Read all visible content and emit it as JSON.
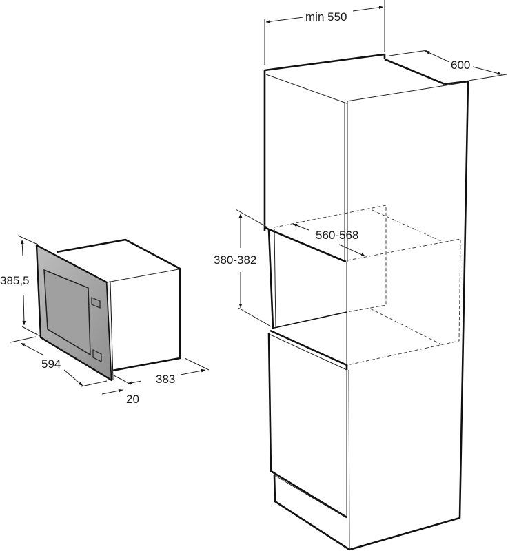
{
  "dimensions": {
    "cabinet_width": "min 550",
    "cabinet_depth": "600",
    "niche_depth": "560-568",
    "niche_height": "380-382",
    "appliance_height": "385,5",
    "appliance_width": "594",
    "appliance_depth": "383",
    "front_panel_thickness": "20"
  },
  "colors": {
    "line": "#111111",
    "panel_fill": "#a9a9a9",
    "window_fill": "#9a9a9a"
  }
}
